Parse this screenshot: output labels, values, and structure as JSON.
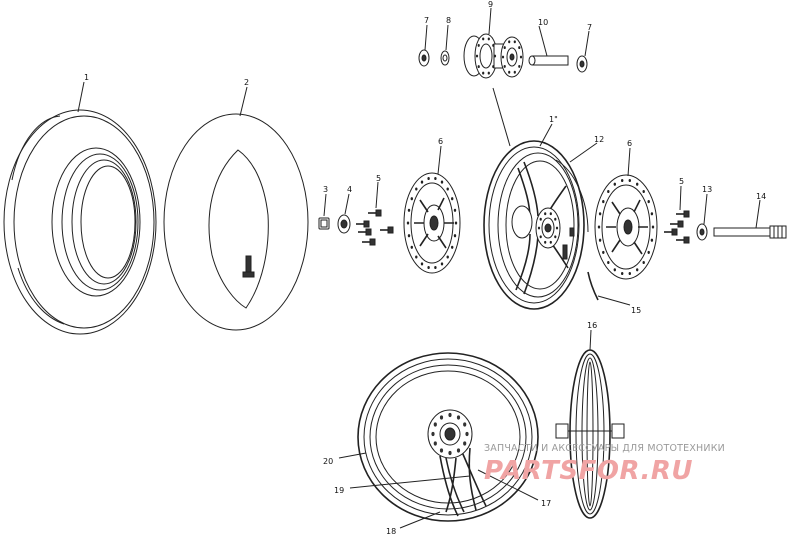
{
  "callouts": {
    "c1": "1",
    "c2": "2",
    "c3": "3",
    "c4": "4",
    "c5a": "5",
    "c5b": "5",
    "c6a": "6",
    "c6b": "6",
    "c7a": "7",
    "c7b": "7",
    "c8": "8",
    "c9": "9",
    "c10": "10",
    "c11": "1\"",
    "c12": "12",
    "c13": "13",
    "c14": "14",
    "c15": "15",
    "c16": "16",
    "c17": "17",
    "c18": "18",
    "c19": "19",
    "c20": "20"
  },
  "watermark": {
    "line1": "ЗАПЧАСТИ И АКСЕССУАРЫ ДЛЯ МОТОТЕХНИКИ",
    "line2": "PARTSFOR.RU"
  }
}
